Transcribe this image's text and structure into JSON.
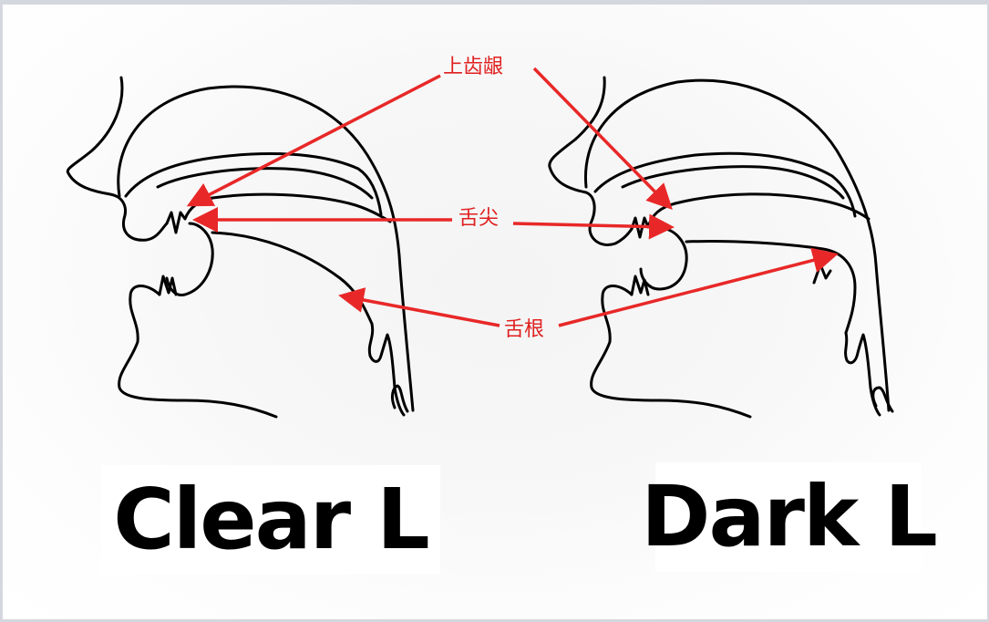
{
  "labels": {
    "clear": "Clear L",
    "dark": "Dark L"
  },
  "annotations": {
    "upper_gum": "上齿龈",
    "tongue_tip": "舌尖",
    "tongue_root": "舌根"
  },
  "colors": {
    "annotation": "#e82828",
    "sketch": "#000000"
  }
}
